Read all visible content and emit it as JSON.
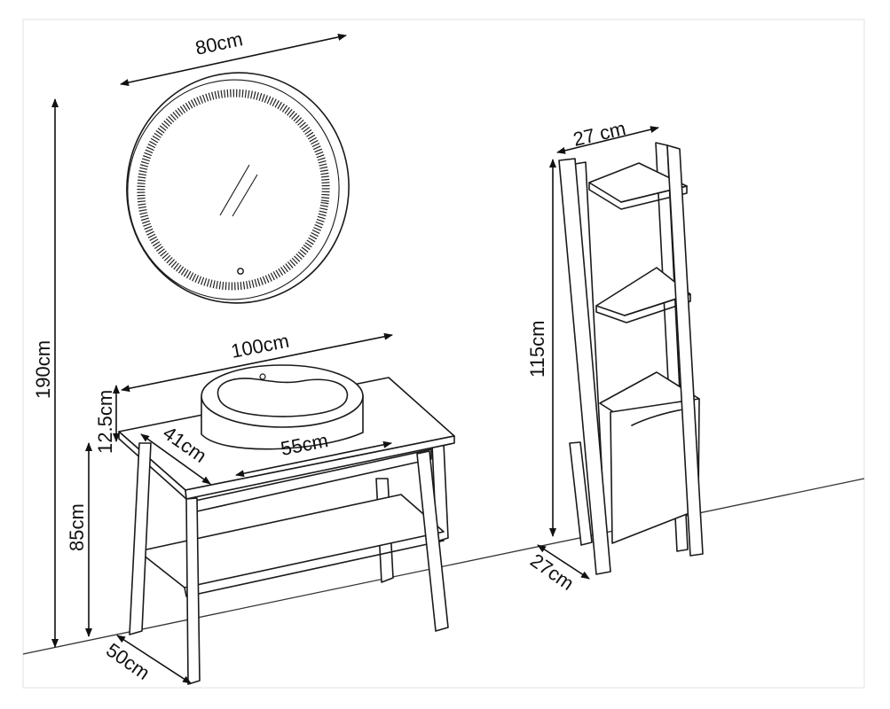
{
  "dimensions": {
    "mirror_width": "80cm",
    "total_height": "190cm",
    "vanity_width": "100cm",
    "basin_height": "12.5cm",
    "vanity_height": "85cm",
    "basin_depth": "41cm",
    "basin_width": "55cm",
    "vanity_depth": "50cm",
    "shelf_width": "27 cm",
    "shelf_height": "115cm",
    "shelf_depth": "27cm"
  },
  "colors": {
    "line": "#1a1a1a",
    "background": "#ffffff"
  }
}
